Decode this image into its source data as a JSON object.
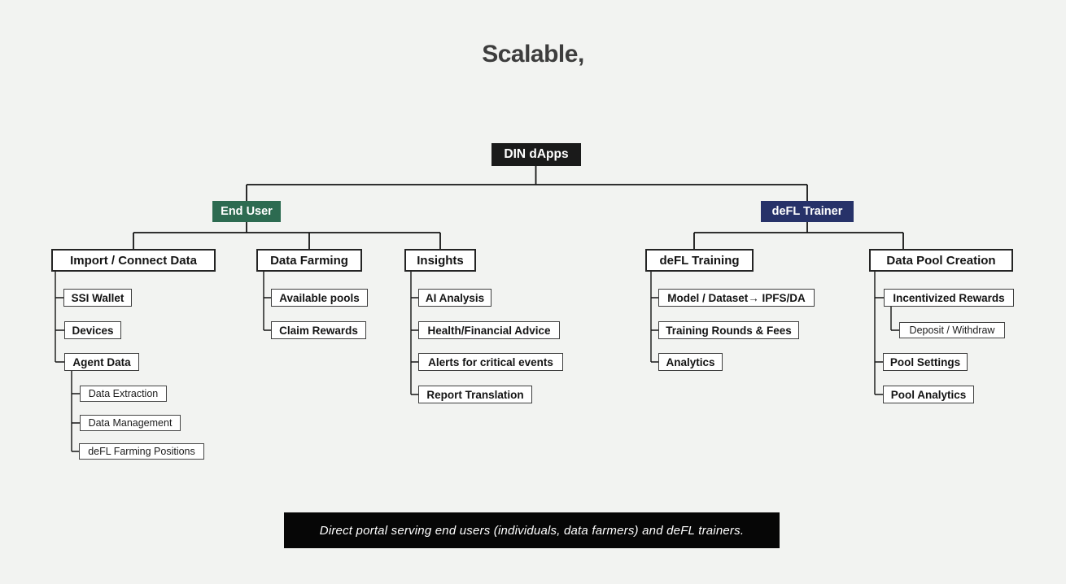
{
  "title": "Scalable,",
  "banner": {
    "text": "Direct portal serving end users (individuals, data farmers) and deFL trainers."
  },
  "colors": {
    "background": "#f2f3f1",
    "root_bg": "#1a1a1a",
    "end_user_bg": "#2d6b51",
    "defl_trainer_bg": "#273269",
    "node_bg": "#ffffff",
    "node_border": "#2e2e2e",
    "line": "#151515",
    "banner_bg": "#060606",
    "title_color": "#3d3d3d"
  },
  "tree": {
    "root": {
      "label": "DIN dApps"
    },
    "branches": [
      {
        "label": "End User",
        "groups": [
          {
            "label": "Import / Connect Data",
            "items": [
              {
                "label": "SSI Wallet"
              },
              {
                "label": "Devices"
              },
              {
                "label": "Agent Data",
                "children": [
                  {
                    "label": "Data Extraction"
                  },
                  {
                    "label": "Data Management"
                  },
                  {
                    "label": "deFL Farming Positions"
                  }
                ]
              }
            ]
          },
          {
            "label": "Data Farming",
            "items": [
              {
                "label": "Available pools"
              },
              {
                "label": "Claim Rewards"
              }
            ]
          },
          {
            "label": "Insights",
            "items": [
              {
                "label": "AI Analysis"
              },
              {
                "label": "Health/Financial Advice"
              },
              {
                "label": "Alerts for critical events"
              },
              {
                "label": "Report Translation"
              }
            ]
          }
        ]
      },
      {
        "label": "deFL Trainer",
        "groups": [
          {
            "label": "deFL Training",
            "items": [
              {
                "label": "Model / Dataset→ IPFS/DA"
              },
              {
                "label": "Training Rounds & Fees"
              },
              {
                "label": "Analytics"
              }
            ]
          },
          {
            "label": "Data Pool Creation",
            "items": [
              {
                "label": "Incentivized Rewards",
                "children": [
                  {
                    "label": "Deposit / Withdraw"
                  }
                ]
              },
              {
                "label": "Pool Settings"
              },
              {
                "label": "Pool Analytics"
              }
            ]
          }
        ]
      }
    ]
  }
}
